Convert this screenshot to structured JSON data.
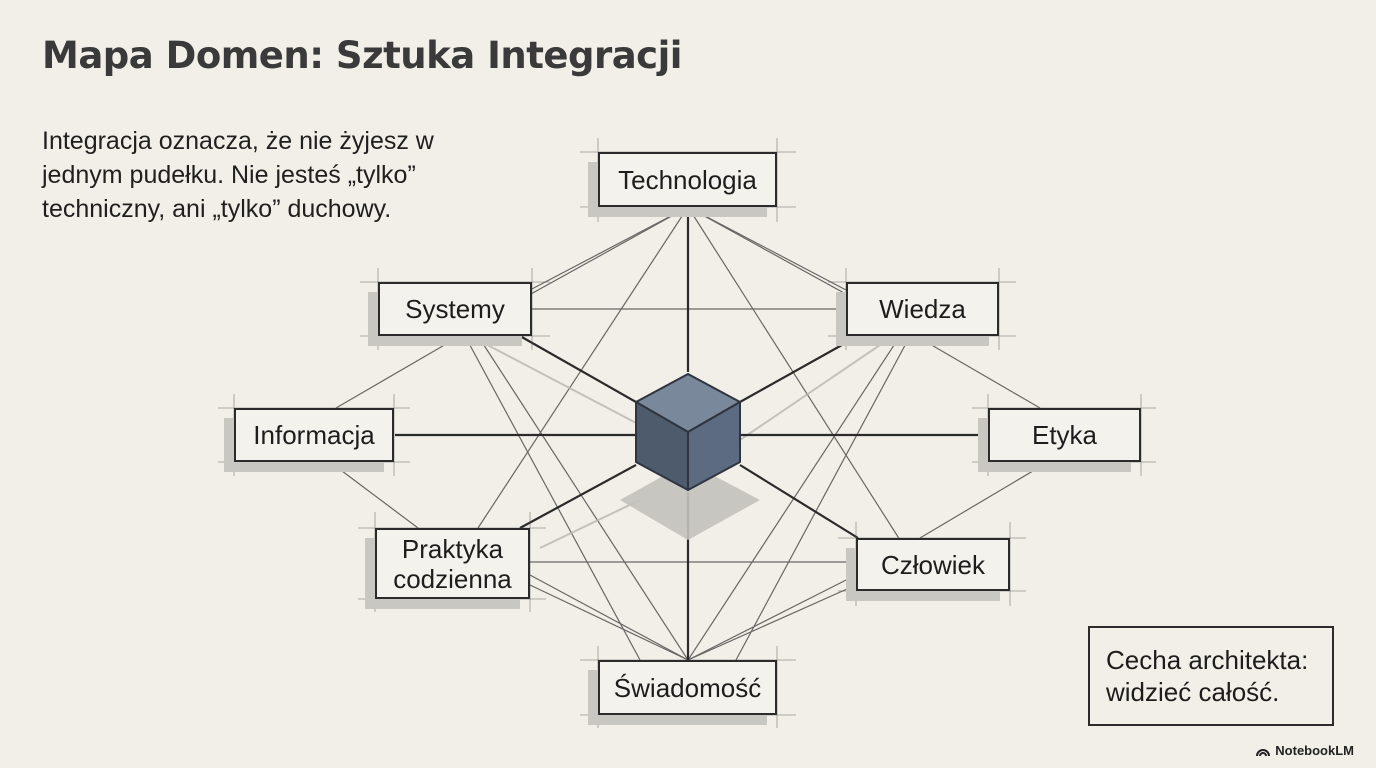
{
  "title": "Mapa Domen: Sztuka Integracji",
  "intro": "Integracja oznacza, że nie żyjesz w jednym pudełku. Nie jesteś „tylko” techniczny, ani „tylko” duchowy.",
  "center_icon": "cube-icon",
  "nodes": {
    "technologia": "Technologia",
    "systemy": "Systemy",
    "wiedza": "Wiedza",
    "informacja": "Informacja",
    "etyka": "Etyka",
    "praktyka": "Praktyka codzienna",
    "czlowiek": "Człowiek",
    "swiadomosc": "Świadomość"
  },
  "trait_box": "Cecha architekta: widzieć całość.",
  "brand": "NotebookLM",
  "colors": {
    "background": "#f2efe8",
    "cube": "#5c6b80",
    "line": "#3a3a3a"
  }
}
